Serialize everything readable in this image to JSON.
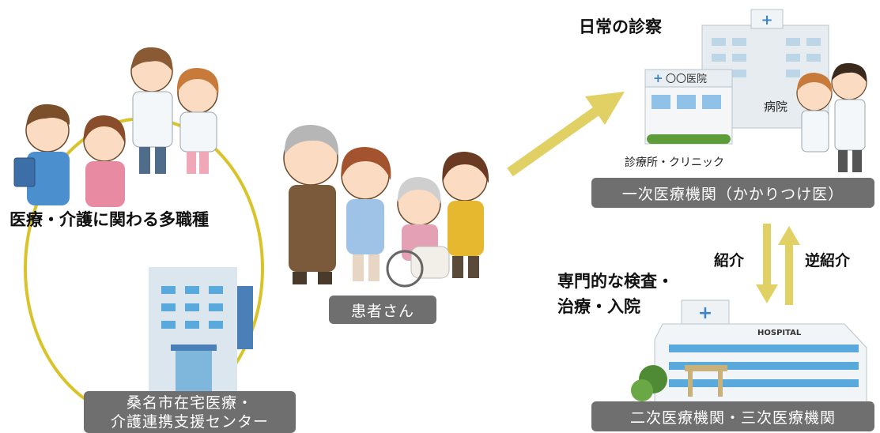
{
  "care_network": {
    "professions_label": "医療・介護に関わる多職種",
    "support_center_label_line1": "桑名市在宅医療・",
    "support_center_label_line2": "介護連携支援センター"
  },
  "patient": {
    "label": "患者さん"
  },
  "primary_care": {
    "daily_exam_heading": "日常の診察",
    "clinic_sign": "〇〇医院",
    "hospital_label": "病院",
    "clinic_label": "診療所・クリニック",
    "box_label": "一次医療機関（かかりつけ医）"
  },
  "referral": {
    "referral_label": "紹介",
    "reverse_referral_label": "逆紹介"
  },
  "secondary_care": {
    "heading_line1": "専門的な検査・",
    "heading_line2": "治療・入院",
    "hospital_sign": "HOSPITAL",
    "box_label": "二次医療機関・三次医療機関"
  },
  "colors": {
    "ring": "#d8c42a",
    "arrow": "#e1d164",
    "label_box": "#6f6f6f",
    "building_blue": "#5aa9dd"
  }
}
